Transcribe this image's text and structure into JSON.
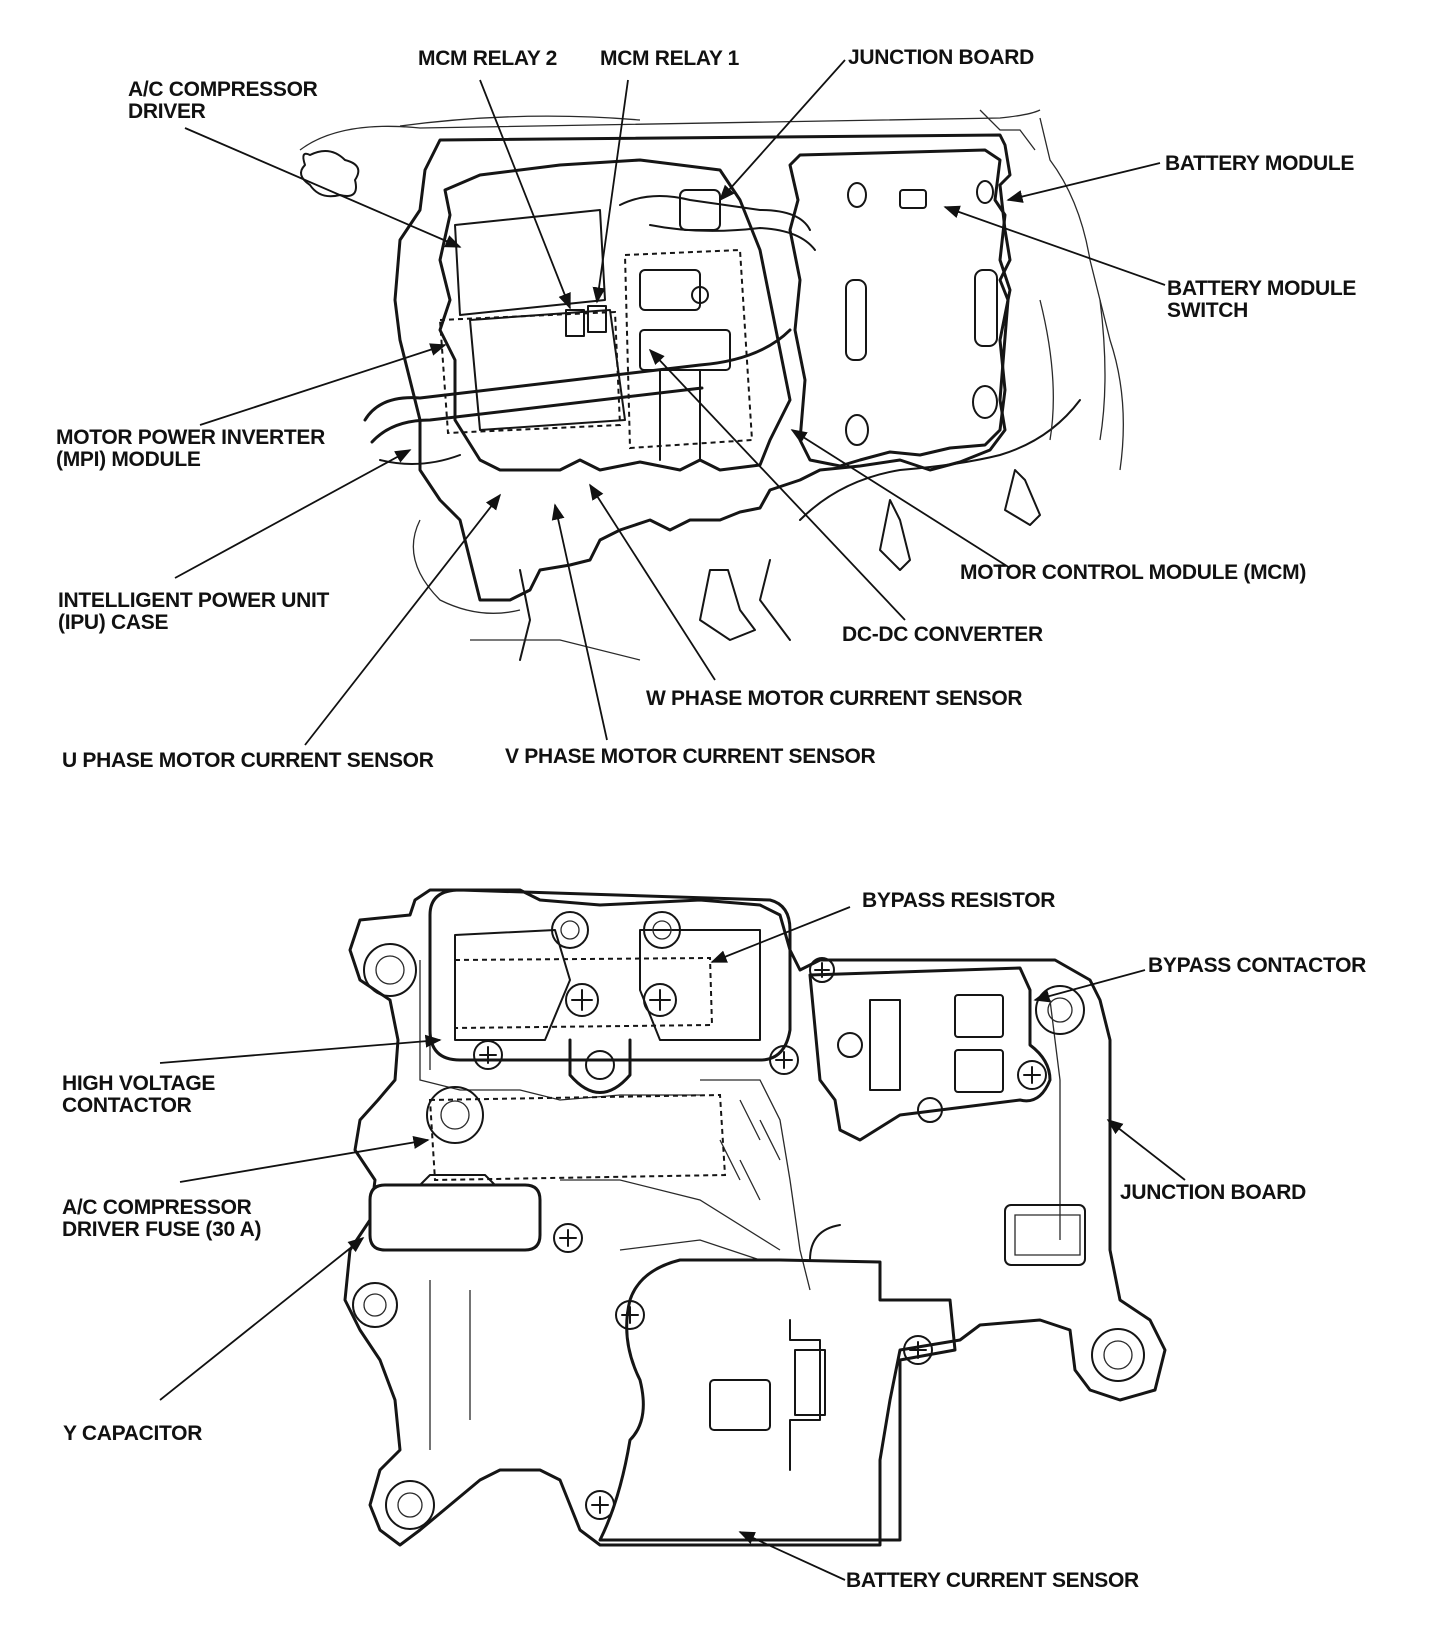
{
  "diagram": {
    "top_view": {
      "labels": {
        "ac_compressor_driver": "A/C COMPRESSOR\nDRIVER",
        "mcm_relay_2": "MCM RELAY 2",
        "mcm_relay_1": "MCM RELAY 1",
        "junction_board": "JUNCTION BOARD",
        "battery_module": "BATTERY MODULE",
        "battery_module_switch": "BATTERY MODULE\nSWITCH",
        "motor_power_inverter": "MOTOR POWER INVERTER\n(MPI) MODULE",
        "intelligent_power_unit": "INTELLIGENT POWER UNIT\n(IPU) CASE",
        "motor_control_module": "MOTOR CONTROL MODULE (MCM)",
        "dc_dc_converter": "DC-DC CONVERTER",
        "w_phase_sensor": "W PHASE MOTOR CURRENT SENSOR",
        "u_phase_sensor": "U PHASE MOTOR CURRENT SENSOR",
        "v_phase_sensor": "V PHASE MOTOR CURRENT SENSOR"
      }
    },
    "bottom_view": {
      "labels": {
        "bypass_resistor": "BYPASS RESISTOR",
        "bypass_contactor": "BYPASS CONTACTOR",
        "high_voltage_contactor": "HIGH VOLTAGE\nCONTACTOR",
        "ac_compressor_driver_fuse": "A/C COMPRESSOR\nDRIVER FUSE (30 A)",
        "junction_board": "JUNCTION BOARD",
        "y_capacitor": "Y CAPACITOR",
        "battery_current_sensor": "BATTERY CURRENT SENSOR"
      }
    }
  }
}
